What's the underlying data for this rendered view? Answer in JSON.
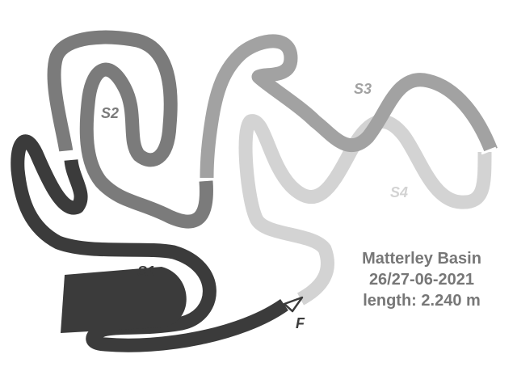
{
  "info": {
    "venue": "Matterley Basin",
    "dates": "26/27-06-2021",
    "length": "length: 2.240 m"
  },
  "sectors": [
    {
      "label": "S1",
      "color": "#3b3b3b"
    },
    {
      "label": "S2",
      "color": "#7b7b7b"
    },
    {
      "label": "S3",
      "color": "#a2a2a2"
    },
    {
      "label": "S4",
      "color": "#d3d3d3"
    }
  ],
  "finish": {
    "label": "F"
  },
  "colors": {
    "background": "#ffffff",
    "info_text": "#777777",
    "separator": "#ffffff"
  }
}
